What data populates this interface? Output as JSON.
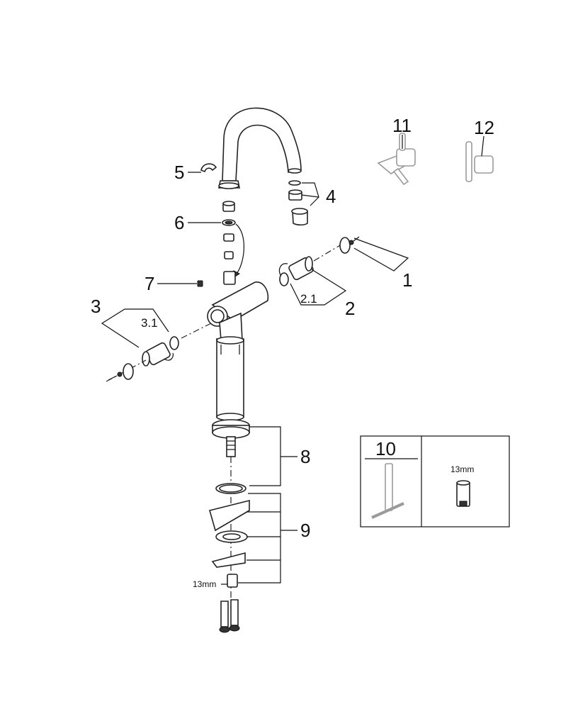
{
  "callouts": {
    "c1": "1",
    "c2": "2",
    "c2_1": "2.1",
    "c3": "3",
    "c3_1": "3.1",
    "c4": "4",
    "c5": "5",
    "c6": "6",
    "c7": "7",
    "c8": "8",
    "c9": "9",
    "c11": "11",
    "c12": "12"
  },
  "tool_box": {
    "number": "10",
    "wrench_size": "13mm"
  },
  "bottom_nut_size": "13mm"
}
